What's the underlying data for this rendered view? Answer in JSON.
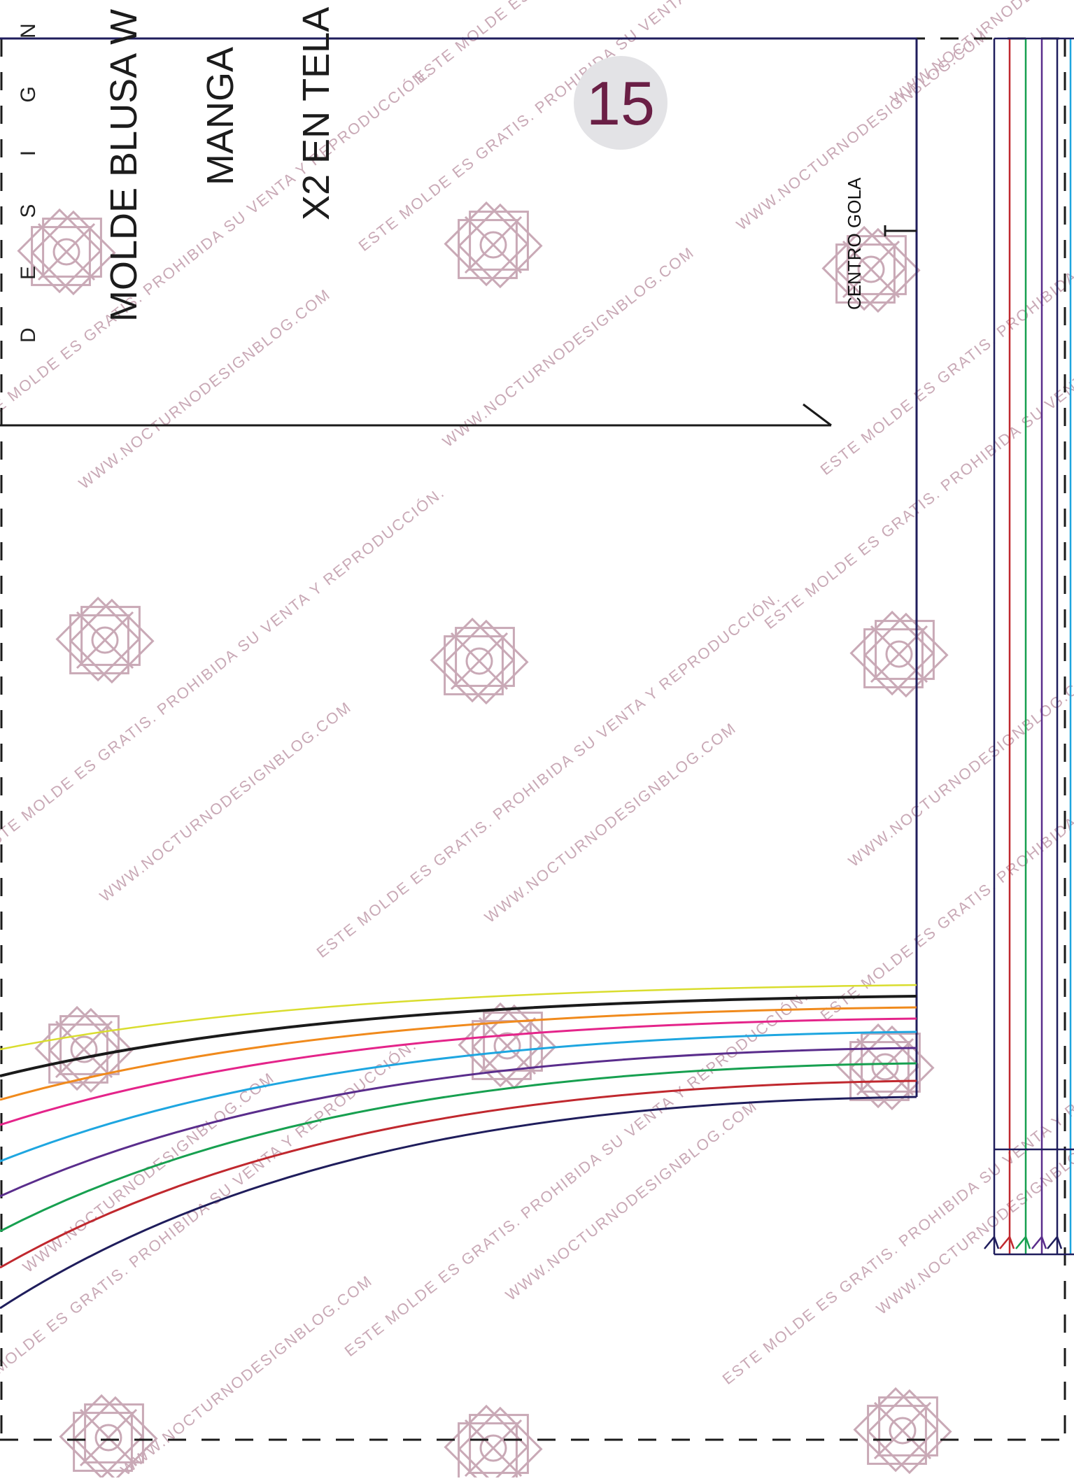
{
  "watermarks": {
    "site": "WWW.NOCTURNODESIGNBLOG.COM",
    "notice1": "ESTE MOLDE ES GRATIS. PROHIBIDA SU VENTA Y REPRODUCCIÓN.",
    "notice2": "ESTE MOLDE ES GRATIS. PROHIBIDA SU VENTA Y REPRODUCCIÓN."
  },
  "header": {
    "brand_letters": "D E S I G N",
    "title": "MOLDE BLUSA W",
    "piece_name": "MANGA",
    "cut_instruction": "X2 EN TELA"
  },
  "page_number": "15",
  "markers": {
    "center_label": "CENTRO GOLA"
  },
  "colors": {
    "outline": "#1f1d5c",
    "page_badge": "#e3e3e6",
    "page_number": "#6a1f45",
    "watermark": "#c9a9b6",
    "size_lines": [
      "#d9dd2e",
      "#1a1a1a",
      "#f08a1c",
      "#e4248a",
      "#1ea6e0",
      "#5a2d8c",
      "#17a050",
      "#c0282e",
      "#1f1d5c"
    ]
  }
}
